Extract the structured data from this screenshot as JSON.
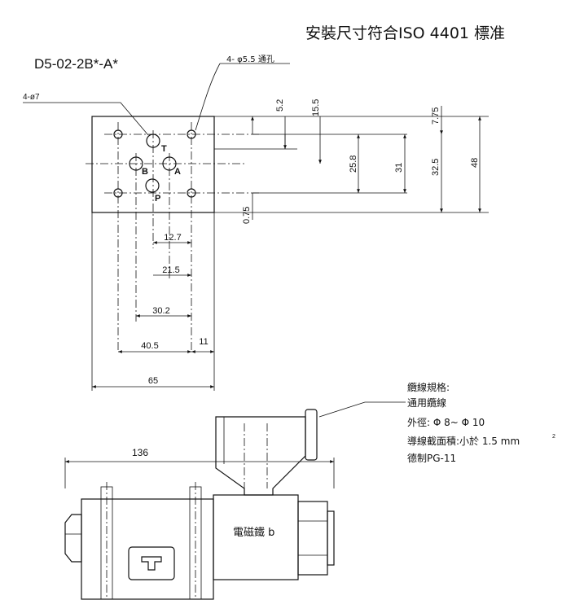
{
  "header": {
    "standard_title": "安裝尺寸符合ISO 4401 標准",
    "model_code": "D5-02-2B*-A*"
  },
  "callouts": {
    "through_holes": "4- φ5.5  通孔",
    "pin_holes": "4-ø7"
  },
  "ports": {
    "T": "T",
    "B": "B",
    "A": "A",
    "P": "P"
  },
  "dims_horizontal": [
    "12.7",
    "21.5",
    "30.2",
    "40.5",
    "11",
    "65"
  ],
  "dims_vertical": [
    "5.2",
    "15.5",
    "7.75",
    "25.8",
    "31",
    "32.5",
    "48",
    "0.75"
  ],
  "side_view": {
    "length": "136",
    "coil_label": "電磁鐵 b"
  },
  "cable_spec": {
    "heading": "纜線規格:",
    "type": "通用纜線",
    "outer_dia": "外徑: Φ 8~ Φ 10",
    "cross_section": "導線截面積:小於 1.5 mm",
    "cross_section_sup": "2",
    "gland": "德制PG-11"
  }
}
